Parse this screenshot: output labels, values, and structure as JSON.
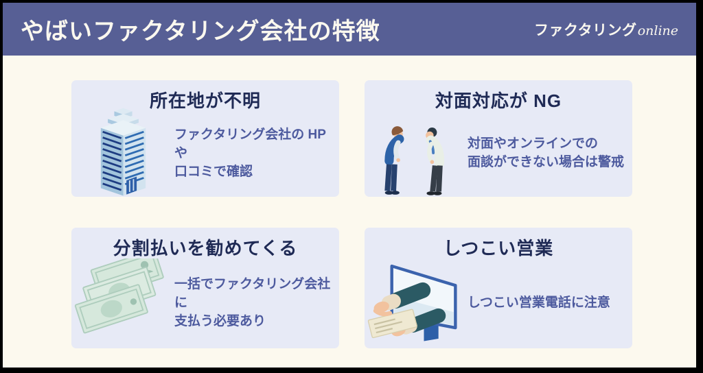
{
  "header": {
    "title": "やばいファクタリング会社の特徴",
    "logo_main": "ファクタリング",
    "logo_suffix": "online"
  },
  "cards": [
    {
      "title": "所在地が不明",
      "icon": "building-icon",
      "body_lines": [
        "ファクタリング会社の HP や",
        "口コミで確認"
      ]
    },
    {
      "title": "対面対応が NG",
      "icon": "bowing-people-icon",
      "body_lines": [
        "対面やオンラインでの",
        "面談ができない場合は警戒"
      ]
    },
    {
      "title": "分割払いを勧めてくる",
      "icon": "banknotes-icon",
      "body_lines": [
        "一括でファクタリング会社に",
        "支払う必要あり"
      ]
    },
    {
      "title": "しつこい営業",
      "icon": "monitor-hands-icon",
      "body_lines": [
        "しつこい営業電話に注意"
      ]
    }
  ],
  "colors": {
    "header_bg": "#575f95",
    "page_bg": "#fcf9ee",
    "card_bg": "#e7eaf6",
    "title_text": "#1f2a55",
    "body_text": "#4d5a9e",
    "frame": "#000000"
  }
}
